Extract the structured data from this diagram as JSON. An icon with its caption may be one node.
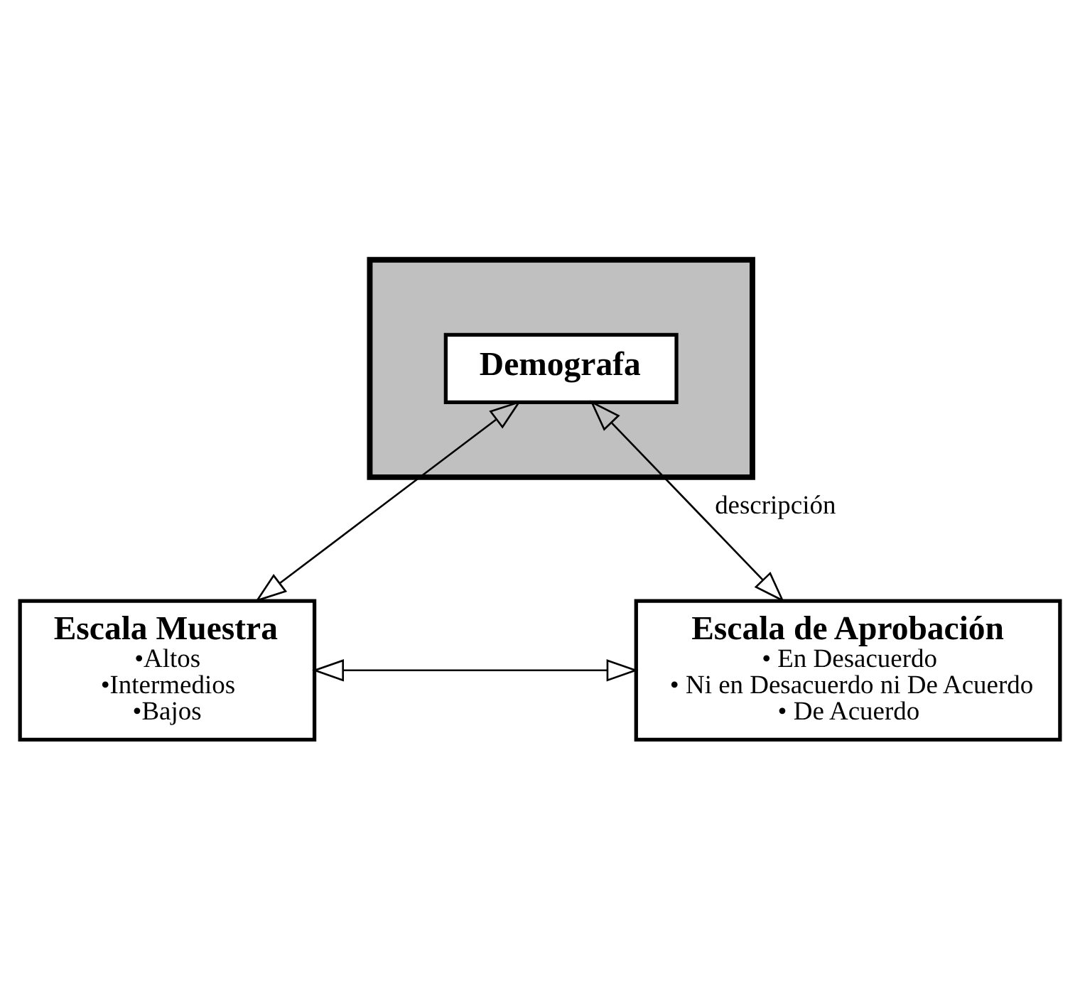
{
  "diagram": {
    "nodes": [
      {
        "text": [],
        "shape": "box"
      },
      {
        "text": [
          "Demografa"
        ],
        "in": 0
      },
      {
        "text": [
          "Escala Muestra",
          "•Altos",
          "•Intermedios",
          "•Bajos"
        ]
      },
      {
        "text": [
          "Escala de Aprobación",
          "• En Desacuerdo",
          "• Ni en Desacuerdo ni De Acuerdo",
          "• De Acuerdo"
        ]
      }
    ],
    "edges": [
      {
        "from": 1,
        "to": 2,
        "arrow": "both"
      },
      {
        "from": 1,
        "to": 3,
        "arrow": "both",
        "label": "descripción"
      },
      {
        "from": 2,
        "to": 3,
        "arrow": "both"
      }
    ]
  }
}
